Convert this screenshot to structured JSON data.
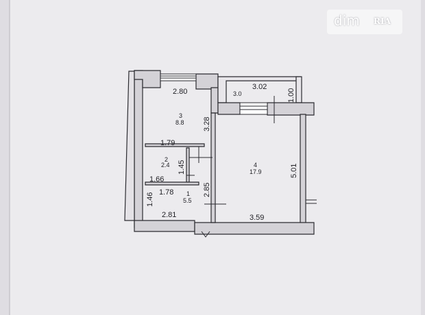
{
  "watermark": {
    "brand_left": "dim",
    "brand_right": "RIA"
  },
  "dimensions": {
    "top_left_width": "2.80",
    "balcony_width": "3.02",
    "balcony_inner": "3.0",
    "balcony_depth": "1.00",
    "room3_height": "3.28",
    "bath_width": "1.79",
    "bath_height": "1.45",
    "bath_lower": "1.66",
    "hall_width": "1.78",
    "hall_height": "2.85",
    "hall_side": "1.46",
    "bottom_left": "2.81",
    "bottom_right": "3.59",
    "right_side": "5.01"
  },
  "rooms": [
    {
      "number": "3",
      "area": "8.8"
    },
    {
      "number": "2",
      "area": "2.4"
    },
    {
      "number": "1",
      "area": "5.5"
    },
    {
      "number": "4",
      "area": "17.9"
    }
  ],
  "colors": {
    "wall_fill": "#d4d2d7",
    "line": "#2b2b30",
    "paper": "#ecebee"
  }
}
